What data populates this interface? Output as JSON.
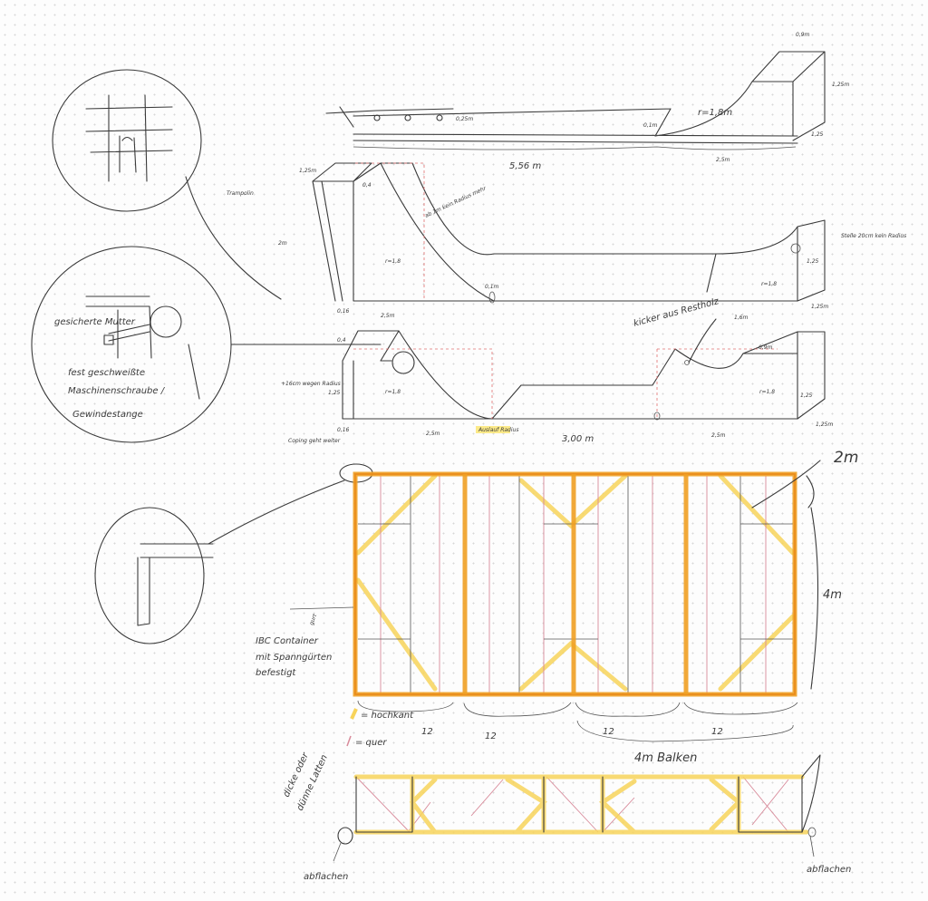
{
  "colors": {
    "hochkant": "#f7d35a",
    "quer": "#d88a9a",
    "frame": "#f0a024",
    "ink": "#3a3a3a"
  },
  "elevation_top": {
    "top_width": "0,9m",
    "height": "1,25m",
    "depth": "1,25",
    "radius": "r=1,8m",
    "flat_length": "5,56 m",
    "ramp_length": "2,5m",
    "rail_height": "0,25m",
    "mark": "0,1m"
  },
  "elevation_mid": {
    "deck_depth": "1,25m",
    "trampolin": "Trampolin",
    "height": "2m",
    "deck_note": "ab 1m kein Radius mehr",
    "radius_left": "r=1,8",
    "offset": "0,16",
    "left_length": "2,5m",
    "right_length": "1,6m",
    "radius_right": "r=1,8",
    "right_note": "Stelle 20cm kein Radius",
    "right_depth": "1,25m",
    "right_height": "1,25",
    "mark": "0,1m",
    "deck_mark": "0,4"
  },
  "elevation_low": {
    "kicker": "kicker aus Restholz",
    "radius_left": "r=1,8",
    "radius_right": "r=1,8",
    "offset": "0,16",
    "left_length": "2,5m",
    "mid_length": "3,00 m",
    "right_length": "2,5m",
    "depth": "1,25m",
    "coping": "Coping geht weiter",
    "auslauf": "Auslauf Radius",
    "plus_note": "+16cm wegen Radius",
    "top_width": "0,9m",
    "height_left": "1,25",
    "height_right": "1,25",
    "deck_left": "0,4"
  },
  "details": {
    "nut": "gesicherte Mutter",
    "bolt_line1": "fest geschweißte",
    "bolt_line2": "Maschinenschraube /",
    "bolt_line3": "Gewindestange"
  },
  "plan": {
    "width": "2m",
    "length": "4m",
    "ibc_line1": "IBC Container",
    "ibc_line2": "mit Spanngürten",
    "ibc_line3": "befestigt",
    "gurt": "gurt",
    "legend_hochkant": "= hochkant",
    "legend_quer": "= quer",
    "counts": [
      "12",
      "12",
      "12",
      "12"
    ],
    "beams": "4m Balken"
  },
  "side": {
    "latten_line1": "dicke oder",
    "latten_line2": "dünne Latten",
    "abflachen_left": "abflachen",
    "abflachen_right": "abflachen"
  }
}
